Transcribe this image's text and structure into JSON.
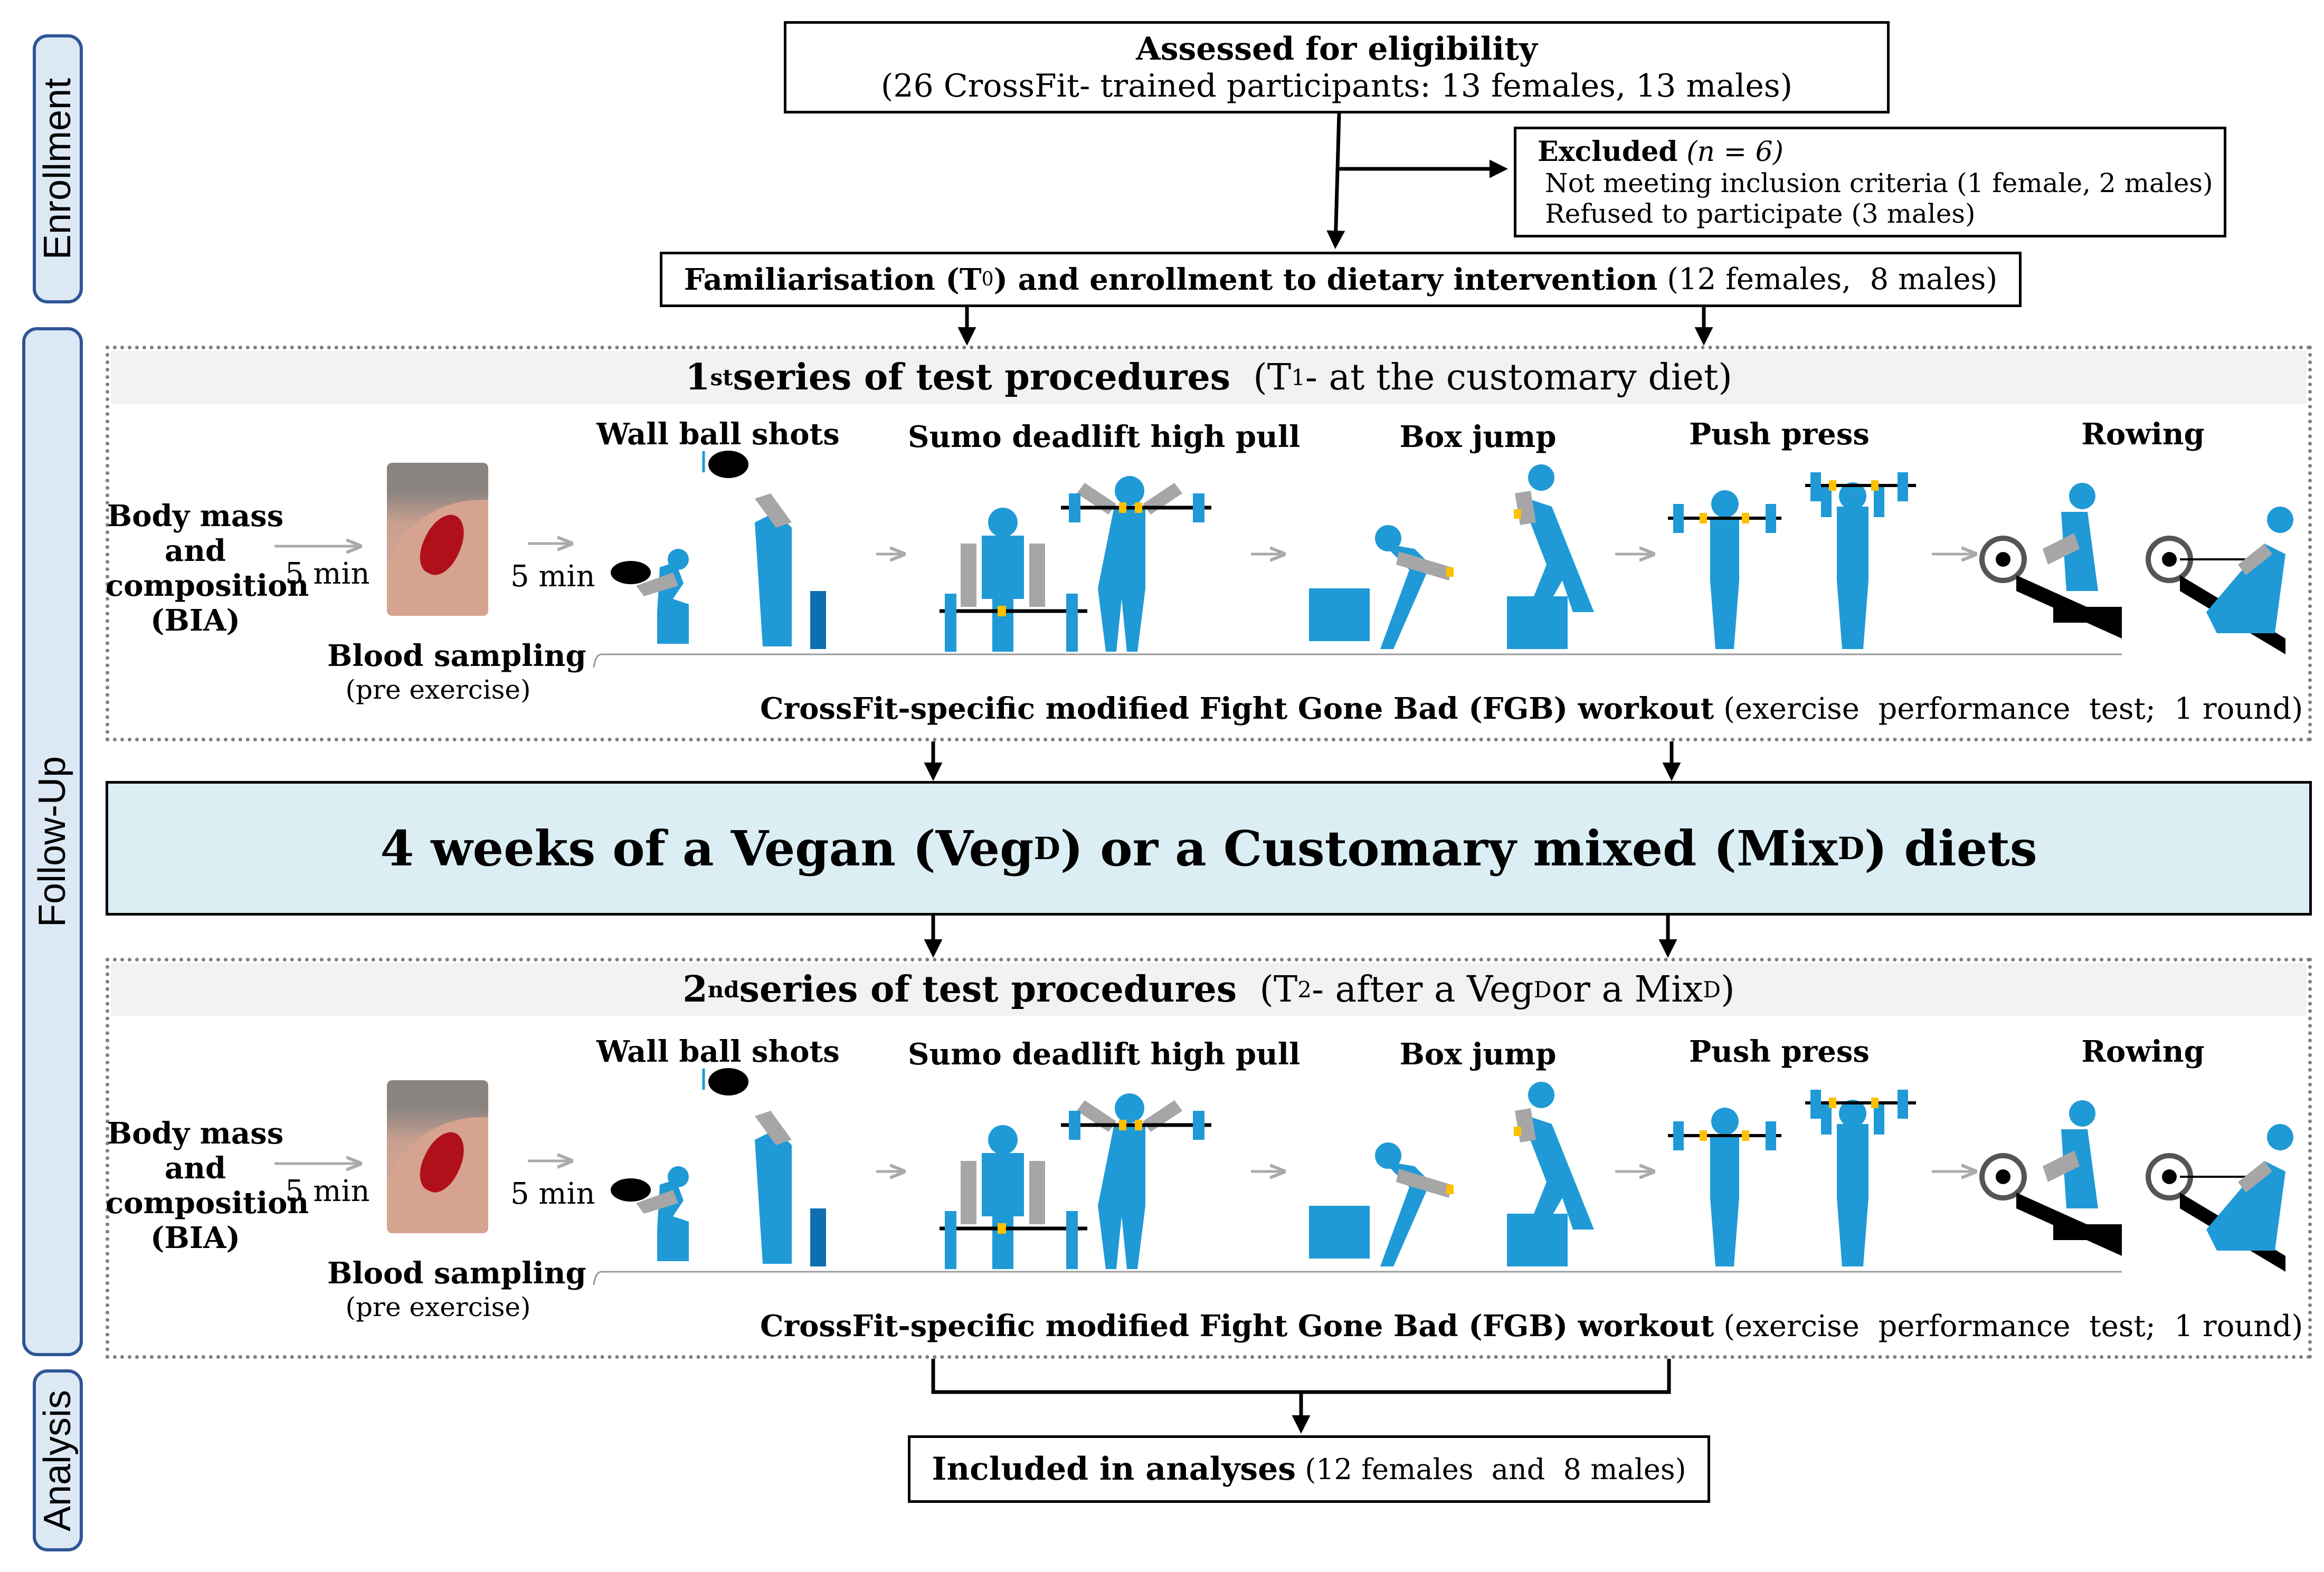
{
  "stages": {
    "enrollment": "Enrollment",
    "follow_up": "Follow-Up",
    "analysis": "Analysis"
  },
  "eligibility": {
    "title": "Assessed for eligibility",
    "detail": "(26 CrossFit- trained participants: 13 females, 13 males)"
  },
  "excluded": {
    "title": "Excluded",
    "n": "(n = 6)",
    "reason1": "Not meeting inclusion criteria (1 female, 2 males)",
    "reason2": "Refused  to participate (3 males)"
  },
  "familiarisation": {
    "bold_a": "Familiarisation (T",
    "sub": "0",
    "bold_b": ") and enrollment to dietary intervention",
    "detail": " (12 females,  8 males)"
  },
  "series1": {
    "sup": "st",
    "title_a": "1",
    "title_b": " series of  test procedures",
    "detail_a": "(T",
    "sub": "1",
    "detail_b": " - at the customary diet)"
  },
  "series2": {
    "sup": "nd",
    "title_a": "2",
    "title_b": " series of  test procedures",
    "detail_a": "(T",
    "sub": "2",
    "detail_b": " - after a Veg",
    "sub2": "D",
    "detail_c": " or a Mix",
    "sub3": "D",
    "detail_d": ")"
  },
  "diet": {
    "a": "4 weeks of a Vegan (Veg",
    "sub1": "D",
    "b": ") or a Customary mixed (Mix",
    "sub2": "D",
    "c": ") diets"
  },
  "procedure": {
    "body_mass_1": "Body mass",
    "body_mass_2": "and",
    "body_mass_3": "composition",
    "body_mass_4": "(BIA)",
    "interval1": "5 min",
    "interval2": "5 min",
    "blood": "Blood sampling",
    "blood_note": "(pre exercise)",
    "exercises": [
      "Wall ball shots",
      "Sumo deadlift high pull",
      "Box jump",
      "Push press",
      "Rowing"
    ],
    "workout_bold": "CrossFit-specific modified Fight Gone Bad (FGB) workout",
    "workout_detail": " (exercise  performance  test;  1 round)"
  },
  "analysis": {
    "bold": "Included  in analyses",
    "detail": " (12 females  and  8 males)"
  },
  "colors": {
    "figure": "#1f9ad6",
    "limb": "#a6a6a6",
    "accent": "#ffc000",
    "tab_border": "#2f5597",
    "tab_fill": "#dce9f5",
    "diet_fill": "#dbeef4",
    "header_fill": "#f2f2f2"
  }
}
